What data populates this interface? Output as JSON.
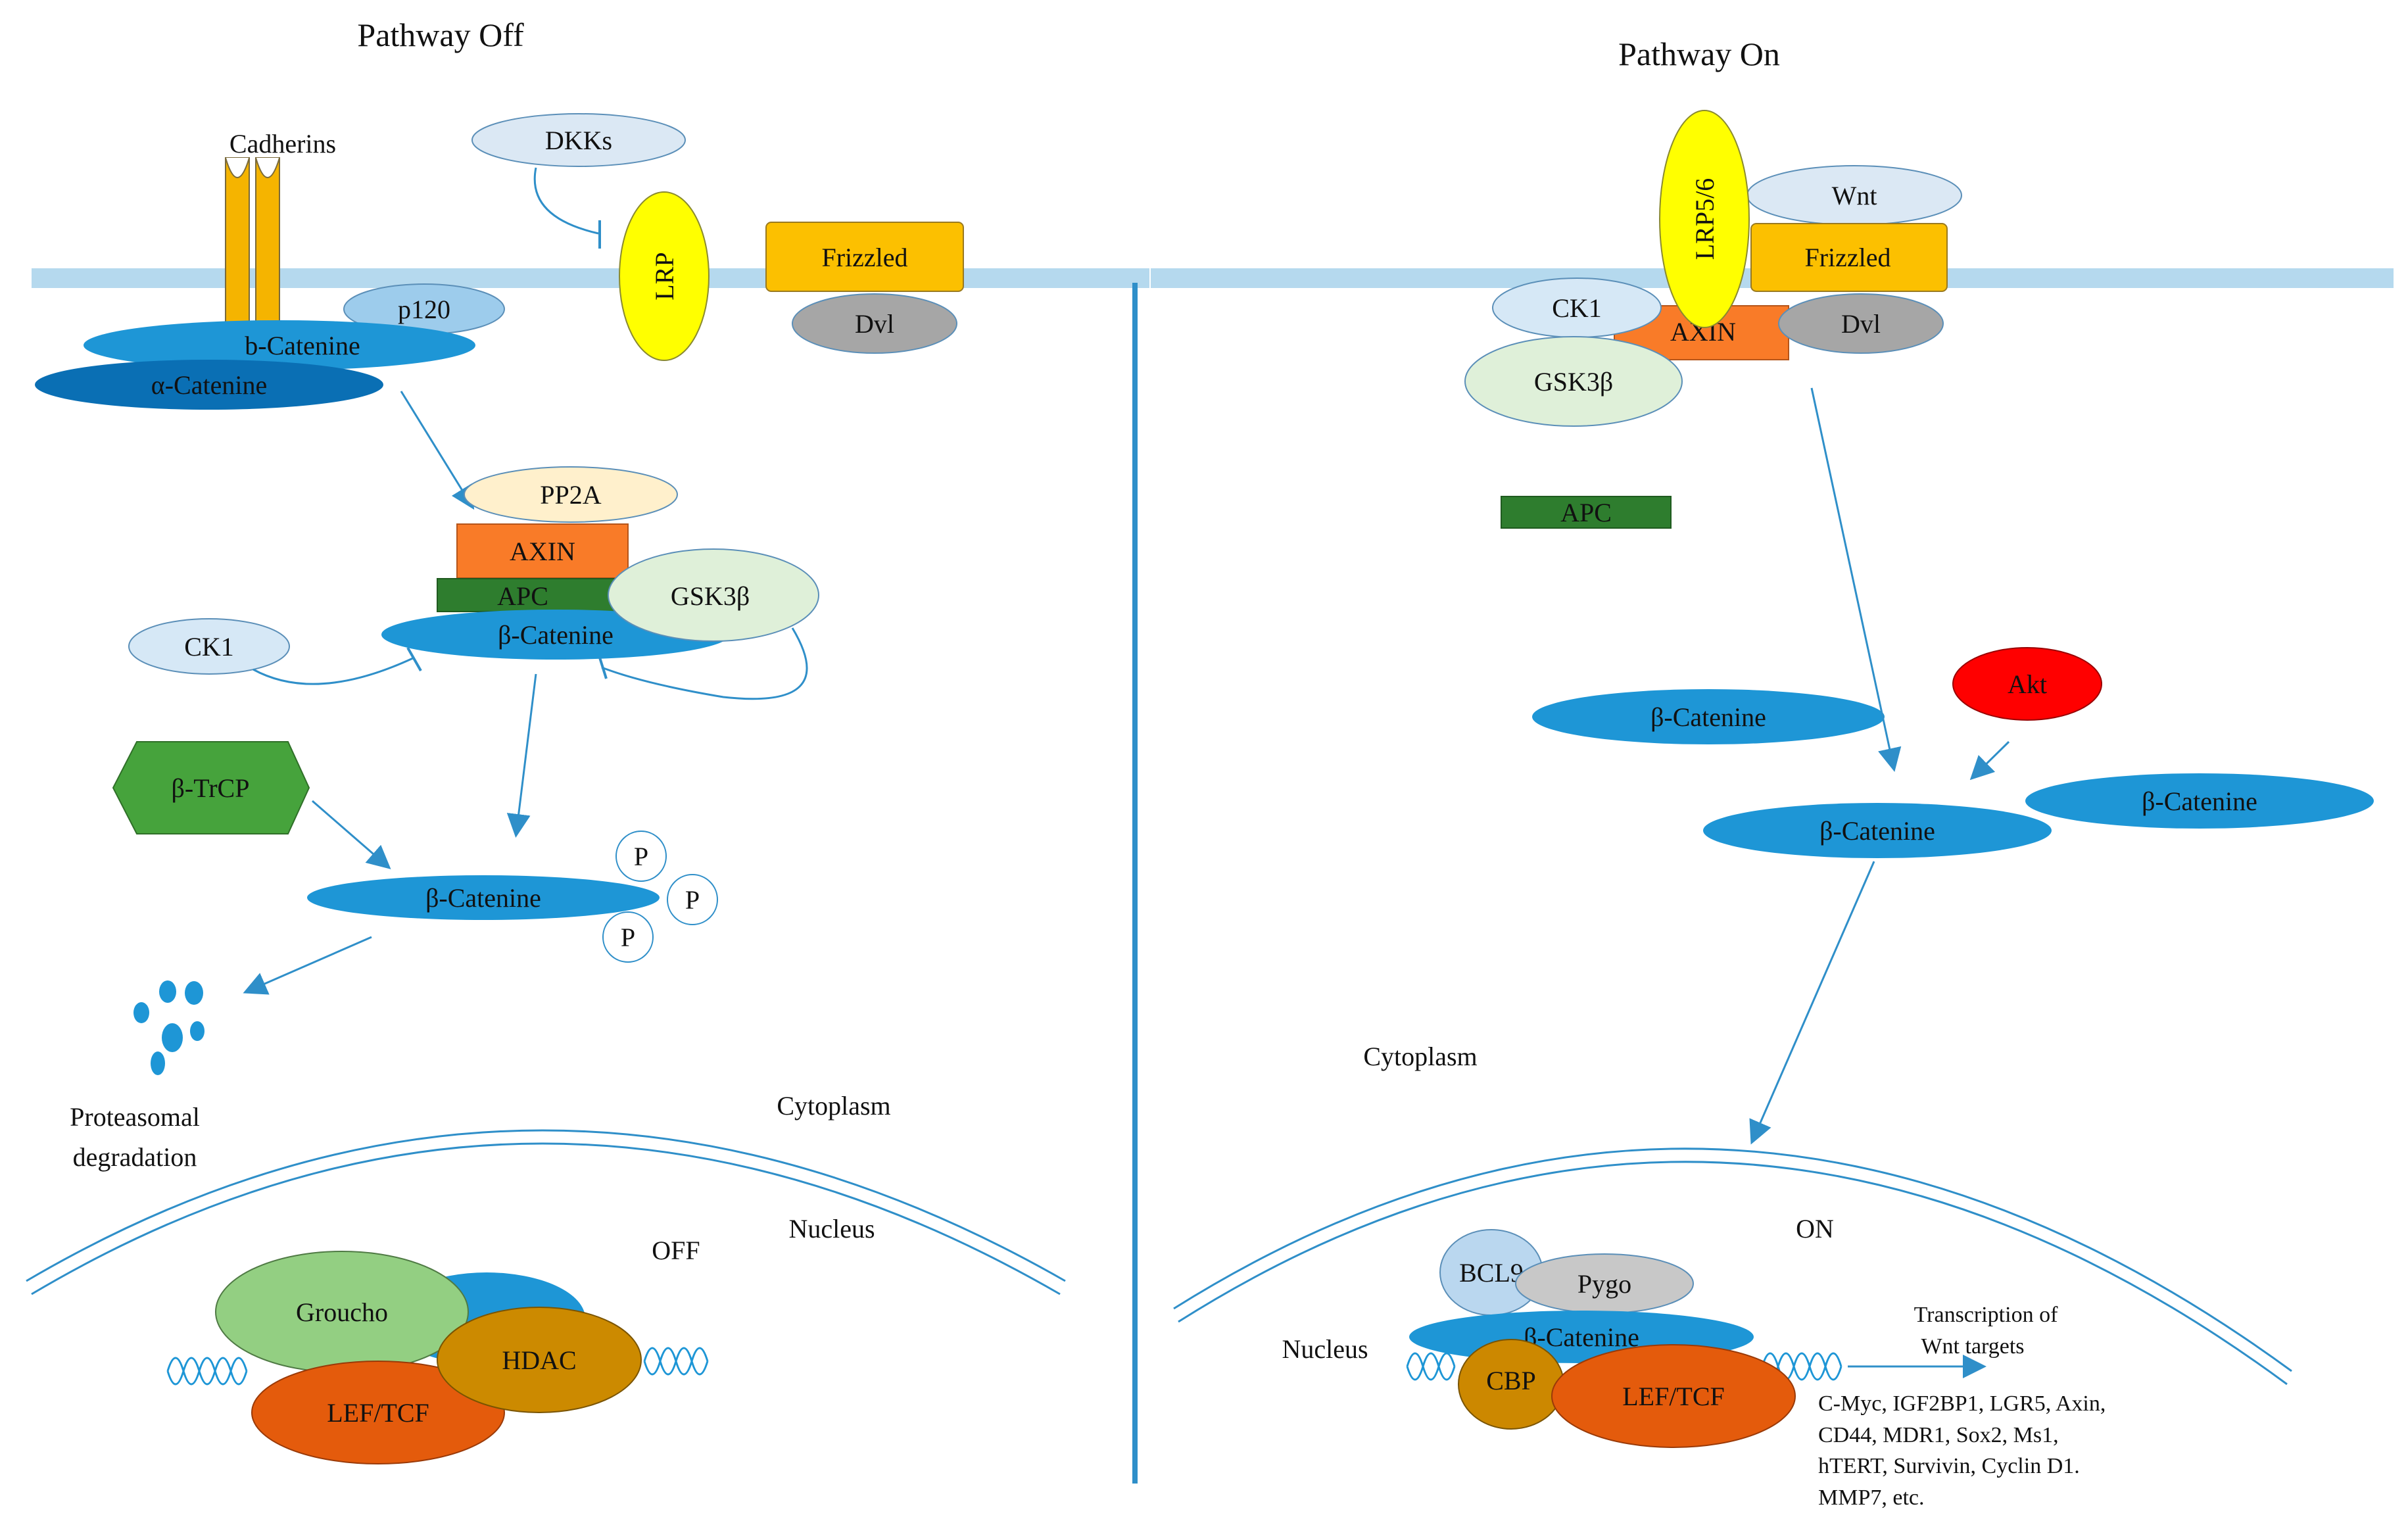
{
  "titles": {
    "off": "Pathway  Off",
    "on": "Pathway  On"
  },
  "labels": {
    "cadherins": "Cadherins",
    "dkks": "DKKs",
    "lrp": "LRP",
    "frizzled": "Frizzled",
    "dvl": "Dvl",
    "p120": "p120",
    "b_catenine_membrane": "b-Catenine",
    "a_catenine": "α-Catenine",
    "pp2a": "PP2A",
    "axin": "AXIN",
    "apc": "APC",
    "gsk3b": "GSK3β",
    "b_catenine": "β-Catenine",
    "ck1": "CK1",
    "b_trcp": "β-TrCP",
    "p": "P",
    "proteasomal_1": "Proteasomal",
    "proteasomal_2": "degradation",
    "cytoplasm": "Cytoplasm",
    "nucleus": "Nucleus",
    "off": "OFF",
    "on": "ON",
    "groucho": "Groucho",
    "hdac": "HDAC",
    "lef_tcf": "LEF/TCF",
    "lrp56": "LRP5/6",
    "wnt": "Wnt",
    "akt": "Akt",
    "bcl9": "BCL9",
    "pygo": "Pygo",
    "cbp": "CBP",
    "transcription_1": "Transcription of",
    "transcription_2": "Wnt targets",
    "targets_1": "C-Myc, IGF2BP1, LGR5, Axin,",
    "targets_2": "CD44, MDR1, Sox2, Ms1,",
    "targets_3": "hTERT, Survivin, Cyclin D1.",
    "targets_4": "MMP7, etc."
  },
  "colors": {
    "membrane": "#b5d9ee",
    "divider": "#2f8fc9",
    "beta_catenin": "#1e96d6",
    "alpha_catenin": "#0a6fb4",
    "cadherin": "#f5b400",
    "frizzled": "#fcc000",
    "dvl": "#a6a6a6",
    "lrp": "#ffff00",
    "axin": "#f97b28",
    "apc": "#2e7d2e",
    "gsk3b": "#dff0d9",
    "ck1": "#d6e8f6",
    "pp2a": "#fff0cc",
    "btrcp": "#46a33c",
    "akt": "#ff0000",
    "groucho": "#93cf82",
    "hdac": "#cc8a00",
    "lef_tcf": "#e45b0c",
    "bcl9": "#bad7ef",
    "pygo": "#c8c8c8",
    "cbp": "#cc8800",
    "arrow": "#2f8fc9"
  },
  "icons": [
    "inhibition-bar",
    "arrow-head",
    "dna-helix",
    "proteasome-fragments"
  ]
}
